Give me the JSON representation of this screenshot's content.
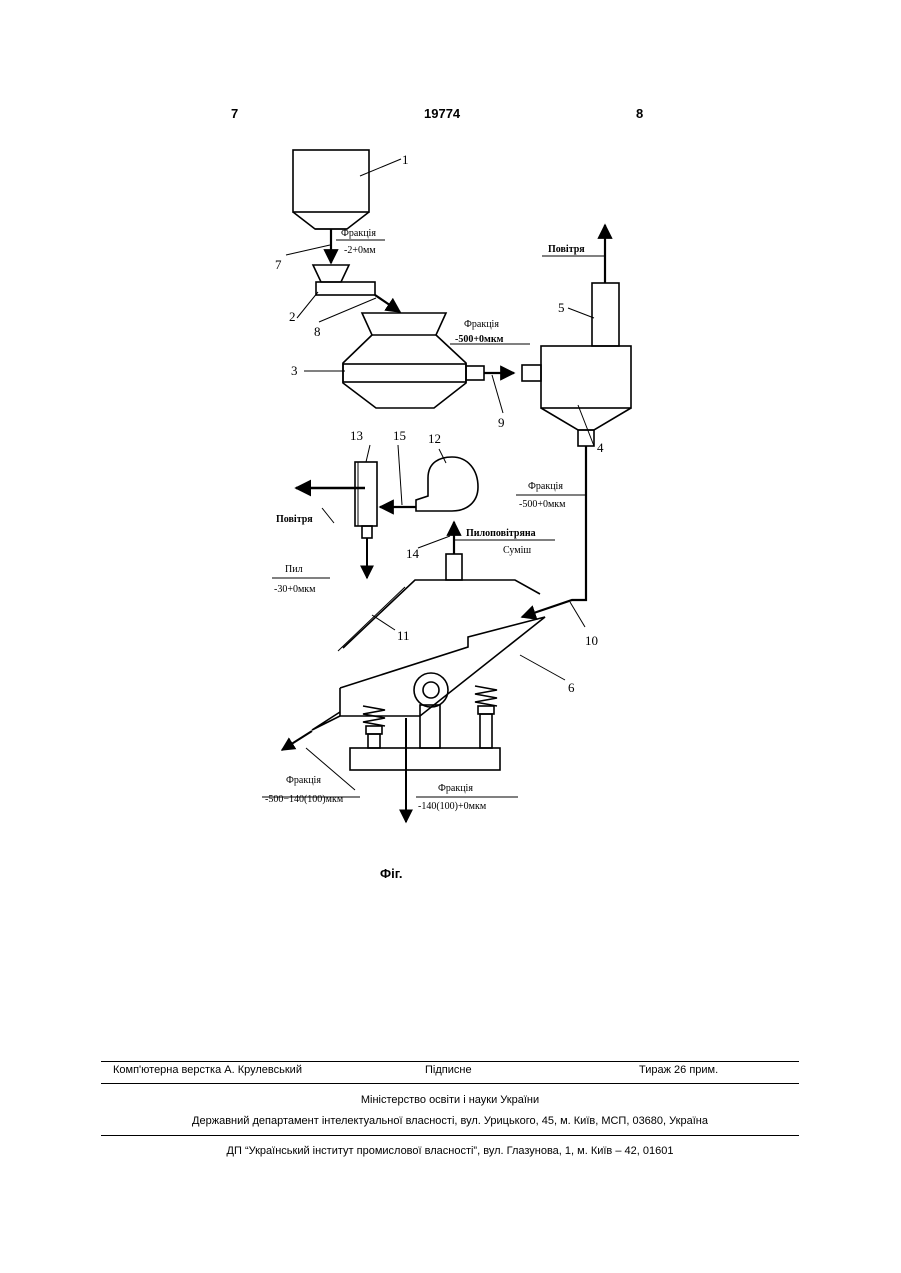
{
  "header": {
    "page_left": "7",
    "patent_number": "19774",
    "page_right": "8"
  },
  "diagram": {
    "numbers": [
      "1",
      "2",
      "3",
      "4",
      "5",
      "6",
      "7",
      "8",
      "9",
      "10",
      "11",
      "12",
      "13",
      "14",
      "15"
    ],
    "labels": {
      "fraction_top": "Фракція",
      "fraction_top_val": "-2+0мм",
      "air_top": "Повітря",
      "fraction_mid": "Фракція",
      "fraction_mid_val": "-500+0мкм",
      "fraction_right": "Фракція",
      "fraction_right_val": "-500+0мкм",
      "air_left": "Повітря",
      "dust": "Пил",
      "dust_val": "-30+0мкм",
      "dust_air_1": "Пилоповітряна",
      "dust_air_2": "Суміш",
      "fraction_out_left": "Фракція",
      "fraction_out_left_val": "-500−140(100)мкм",
      "fraction_out_bottom": "Фракція",
      "fraction_out_bottom_val": "-140(100)+0мкм"
    }
  },
  "caption": "Фіг.",
  "footer": {
    "layout": "Комп'ютерна верстка А. Крулевський",
    "signed": "Підписне",
    "circulation": "Тираж 26 прим.",
    "ministry": "Міністерство освіти і науки України",
    "department": "Державний департамент інтелектуальної власності, вул. Урицького, 45, м. Київ, МСП, 03680, Україна",
    "institute": "ДП “Український інститут промислової власності”, вул. Глазунова, 1, м. Київ – 42, 01601"
  }
}
